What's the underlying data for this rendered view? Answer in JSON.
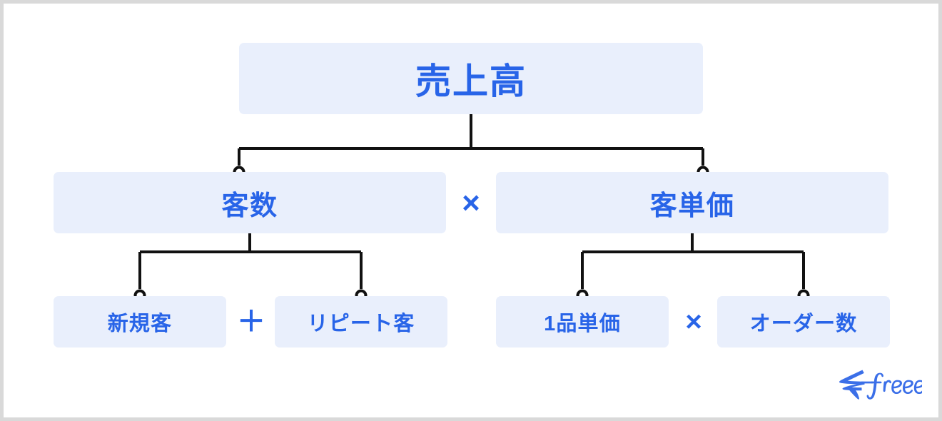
{
  "canvas": {
    "background": "#ffffff",
    "frame_color": "#d9d9d9",
    "node_fill": "#e9effc",
    "text_color": "#2864e8",
    "connector_color": "#111111"
  },
  "diagram": {
    "type": "tree-breakdown",
    "title_node": "売上高",
    "levels": [
      {
        "level": 1,
        "nodes": [
          {
            "id": "sales",
            "label": "売上高"
          }
        ]
      },
      {
        "level": 2,
        "operator": "×",
        "nodes": [
          {
            "id": "customers",
            "label": "客数"
          },
          {
            "id": "spend",
            "label": "客単価"
          }
        ]
      },
      {
        "level": 3,
        "nodes": [
          {
            "id": "new",
            "label": "新規客"
          },
          {
            "id": "repeat",
            "label": "リピート客"
          },
          {
            "id": "unitprice",
            "label": "1品単価"
          },
          {
            "id": "orders",
            "label": "オーダー数"
          }
        ]
      }
    ],
    "operators": {
      "level2_times": "×",
      "customers_plus": "＋",
      "spend_times": "×"
    },
    "relations": [
      {
        "parent": "sales",
        "children": [
          "customers",
          "spend"
        ],
        "operator": "×"
      },
      {
        "parent": "customers",
        "children": [
          "new",
          "repeat"
        ],
        "operator": "＋"
      },
      {
        "parent": "spend",
        "children": [
          "unitprice",
          "orders"
        ],
        "operator": "×"
      }
    ]
  },
  "logo": {
    "name": "freee",
    "wordmark": "freee",
    "mark": "swallow-bird",
    "color": "#3b6fe8"
  }
}
